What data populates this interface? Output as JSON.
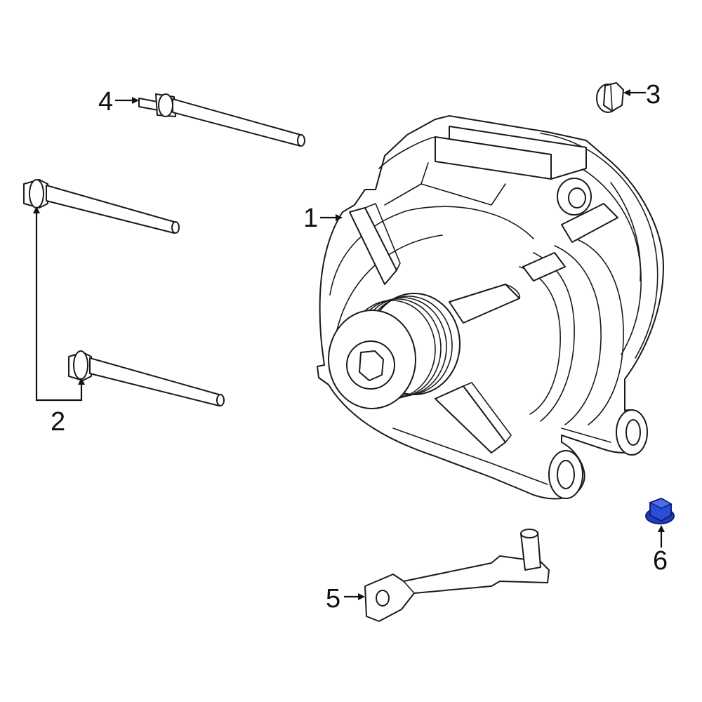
{
  "callouts": [
    {
      "id": "1",
      "label": "1",
      "part": "alternator"
    },
    {
      "id": "2",
      "label": "2",
      "part": "alternator-mounting-bolt"
    },
    {
      "id": "3",
      "label": "3",
      "part": "flange-nut"
    },
    {
      "id": "4",
      "label": "4",
      "part": "stud-bolt"
    },
    {
      "id": "5",
      "label": "5",
      "part": "battery-cable-bracket"
    },
    {
      "id": "6",
      "label": "6",
      "part": "highlighted-nut"
    }
  ],
  "colors": {
    "line": "#1a1a1a",
    "highlight": "#1f3fbf",
    "highlight_dark": "#0f1f7a",
    "background": "#ffffff"
  }
}
